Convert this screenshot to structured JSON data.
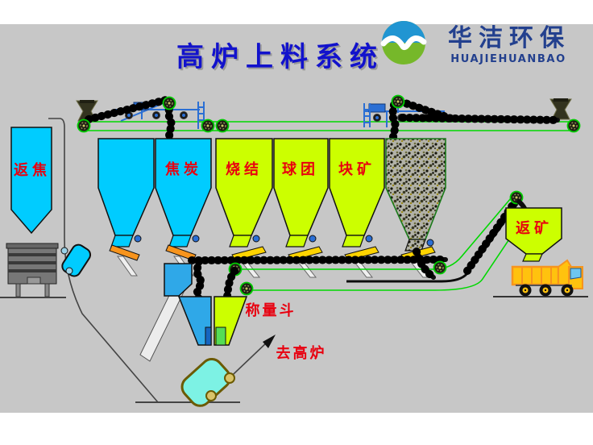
{
  "title": "高炉上料系统",
  "logo": {
    "name_cn": "华洁环保",
    "name_en": "HUAJIEHUANBAO"
  },
  "bins": {
    "return_coke": "返焦",
    "coke": "焦炭",
    "sinter": "烧结",
    "pellet": "球团",
    "lump_ore": "块矿"
  },
  "annotations": {
    "weighing_hopper": "称量斗",
    "to_blast_furnace": "去高炉",
    "return_ore": "返矿"
  },
  "colors": {
    "background_gray": "#c7c7c7",
    "cyan_bin": "#00ccff",
    "yellow_green_bin": "#ccff00",
    "blue_weighing_hopper": "#2fa8e8",
    "label_red": "#e8000f",
    "title_blue": "#1212cc",
    "logo_blue": "#23408e",
    "logo_circle_blue": "#2095d2",
    "logo_circle_green": "#76b82a",
    "belt_green": "#00d800",
    "tripper_blue": "#2b6fd4",
    "truck_yellow": "#ffc20e",
    "truck_orange": "#f7941d"
  }
}
